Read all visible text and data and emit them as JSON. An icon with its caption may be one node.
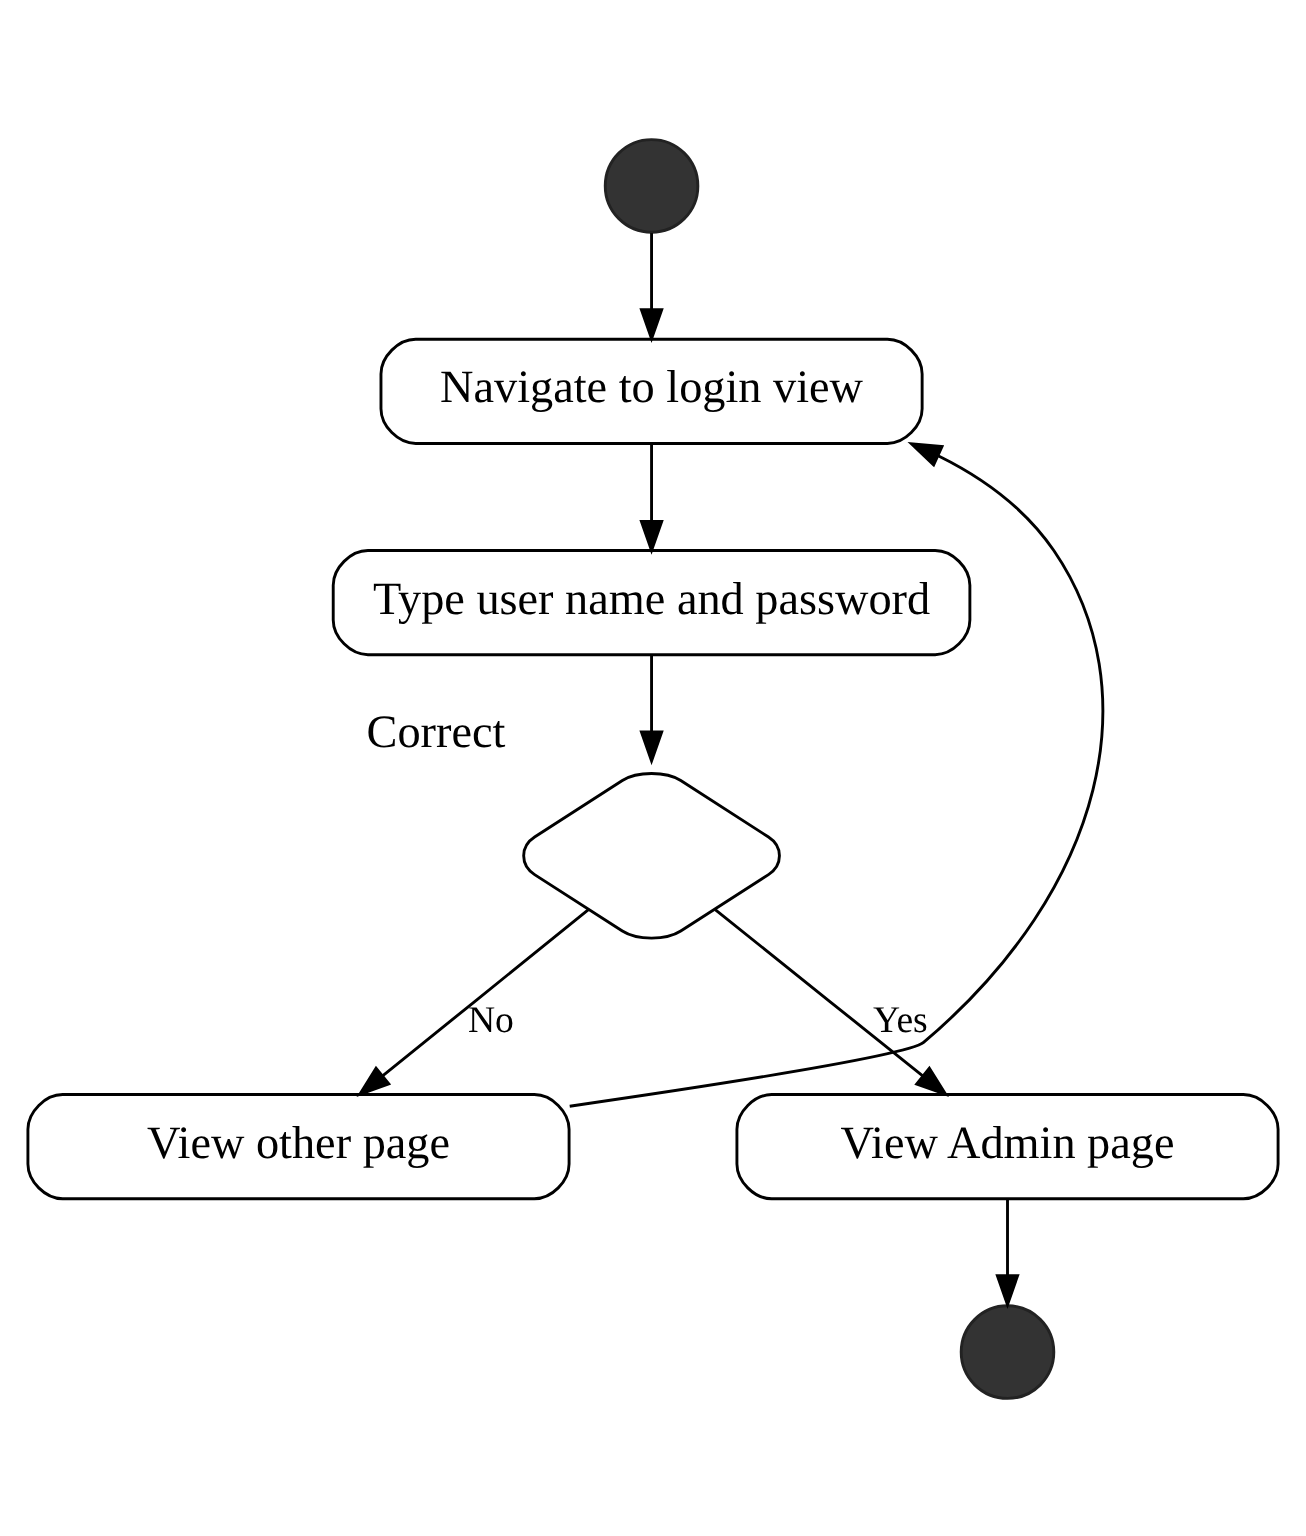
{
  "diagram": {
    "nodes": [
      {
        "text": [],
        "shape": "circle"
      },
      {
        "text": [
          "Navigate to login view"
        ]
      },
      {
        "text": [
          "Type user name and password"
        ]
      },
      {
        "text": [],
        "shape": "diamond",
        "beside": [
          "Correct"
        ]
      },
      {
        "text": [
          "View other page"
        ]
      },
      {
        "text": [
          "View Admin page"
        ]
      },
      {
        "text": [],
        "shape": "circle"
      }
    ],
    "edges": [
      {
        "from": 0,
        "to": 1,
        "arrow": "to"
      },
      {
        "from": 1,
        "to": 2,
        "arrow": "to"
      },
      {
        "from": 2,
        "to": 3,
        "arrow": "to"
      },
      {
        "from": 3,
        "to": 4,
        "arrow": "to",
        "label": "No"
      },
      {
        "from": 3,
        "to": 5,
        "arrow": "to",
        "label": "Yes"
      },
      {
        "from": 5,
        "to": 6,
        "arrow": "to"
      },
      {
        "from": 4,
        "to": 1,
        "arrow": "to"
      }
    ]
  }
}
